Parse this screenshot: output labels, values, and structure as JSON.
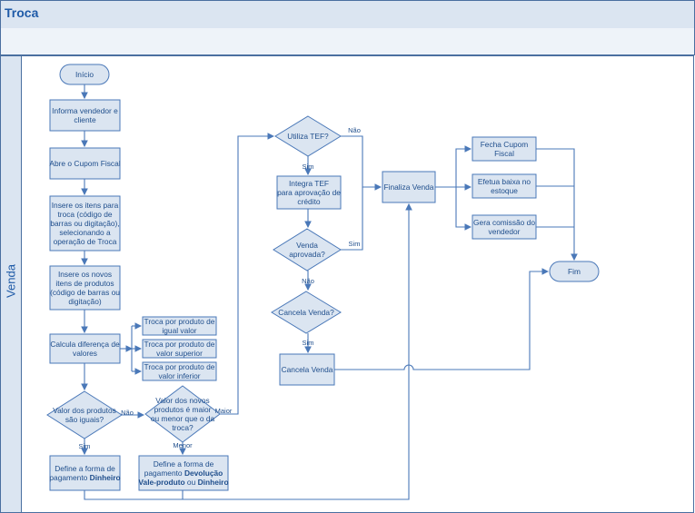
{
  "title": "Troca",
  "lane": "Venda",
  "nodes": {
    "inicio": [
      "Início"
    ],
    "informa": [
      "Informa vendedor e",
      "cliente"
    ],
    "abre": [
      "Abre o Cupom Fiscal"
    ],
    "insere_itens": [
      "Insere os itens para",
      "troca (código de",
      "barras ou digitação),",
      "selecionando a",
      "operação de Troca"
    ],
    "insere_novos": [
      "Insere os novos",
      "itens de produtos",
      "(código de barras ou",
      "digitação)"
    ],
    "calcula": [
      "Calcula diferença de",
      "valores"
    ],
    "troca_igual": [
      "Troca por produto de",
      "igual valor"
    ],
    "troca_superior": [
      "Troca por produto de",
      "valor superior"
    ],
    "troca_inferior": [
      "Troca por produto de",
      "valor inferior"
    ],
    "valor_iguais": [
      "Valor dos produtos",
      "são iguais?"
    ],
    "valor_novos": [
      "Valor dos novos",
      "produtos é maior",
      "ou menor que o da",
      "troca?"
    ],
    "define_dinheiro": [
      "Define a forma de",
      "pagamento Dinheiro"
    ],
    "define_vale": [
      "Define a forma de",
      "pagamento Devolução",
      "Vale-produto ou Dinheiro"
    ],
    "utiliza_tef": [
      "Utiliza TEF?"
    ],
    "integra_tef": [
      "Integra TEF",
      "para aprovação de",
      "crédito"
    ],
    "venda_aprovada": [
      "Venda",
      "aprovada?"
    ],
    "cancela_q": [
      "Cancela Venda?"
    ],
    "cancela": [
      "Cancela Venda"
    ],
    "finaliza": [
      "Finaliza Venda"
    ],
    "fecha_cupom": [
      "Fecha Cupom",
      "Fiscal"
    ],
    "efetua_baixa": [
      "Efetua baixa no",
      "estoque"
    ],
    "gera_comissao": [
      "Gera comissão do",
      "vendedor"
    ],
    "fim": [
      "Fim"
    ]
  },
  "labels": {
    "nao1": "Não",
    "maior": "Maior",
    "menor": "Menor",
    "sim1": "Sim",
    "nao_tef": "Não",
    "sim_tef": "Sim",
    "sim_aprov": "Sim",
    "nao_aprov": "Não",
    "sim_cancel": "Sim"
  },
  "colors": {
    "stroke": "#4a78b8",
    "fill": "#dbe5f1",
    "text": "#1f4e8c"
  }
}
